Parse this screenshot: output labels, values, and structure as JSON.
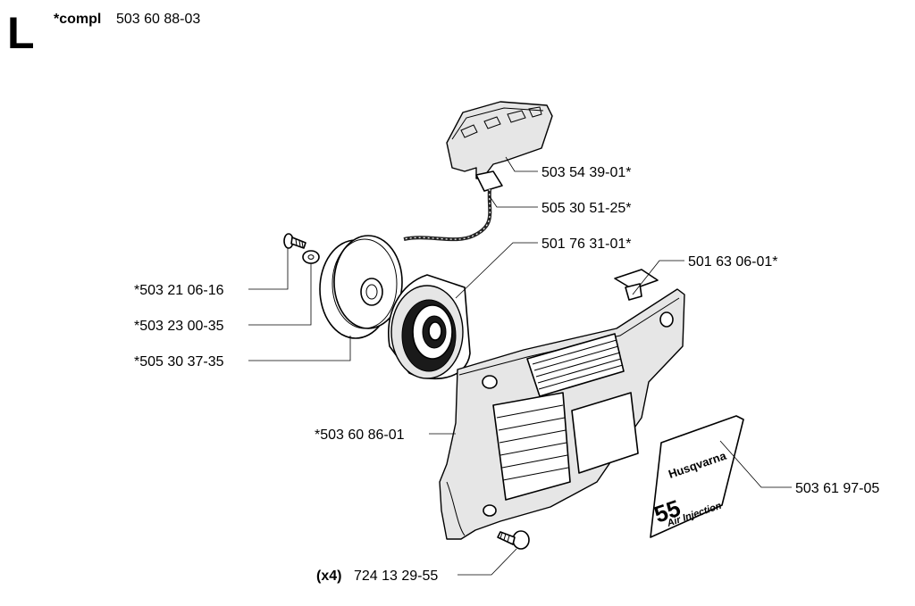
{
  "header": {
    "section_letter": "L",
    "compl_prefix": "*compl",
    "compl_number": "503 60 88-03"
  },
  "parts": {
    "handle": "503 54 39-01*",
    "rope": "505 30 51-25*",
    "spring_cassette": "501 76 31-01*",
    "plug": "501 63 06-01*",
    "screw": "*503 21 06-16",
    "washer": "*503 23 00-35",
    "pulley": "*505 30 37-35",
    "cover": "*503 60 86-01",
    "decal": "503 61 97-05",
    "cover_screw_qty": "(x4)",
    "cover_screw": "724 13 29-55"
  },
  "decal_text": {
    "brand": "Husqvarna",
    "model": "55",
    "subtitle": "Air Injection"
  }
}
